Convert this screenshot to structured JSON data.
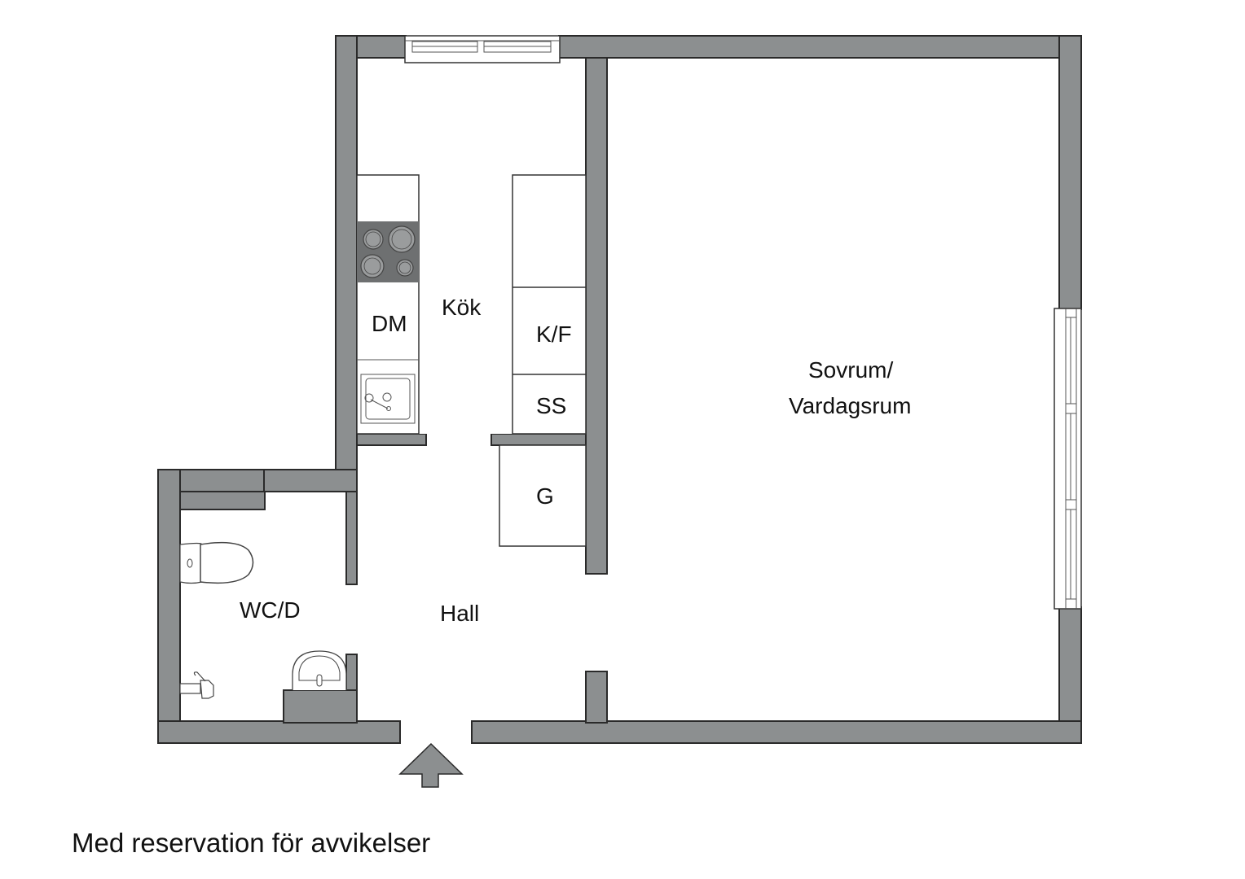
{
  "floorplan": {
    "rooms": [
      {
        "id": "kok",
        "label": "Kök"
      },
      {
        "id": "sovrum",
        "label_line1": "Sovrum/",
        "label_line2": "Vardagsrum"
      },
      {
        "id": "wc",
        "label": "WC/D"
      },
      {
        "id": "hall",
        "label": "Hall"
      }
    ],
    "appliances": [
      {
        "id": "dm",
        "label": "DM"
      },
      {
        "id": "kf",
        "label": "K/F"
      },
      {
        "id": "ss",
        "label": "SS"
      },
      {
        "id": "g",
        "label": "G"
      }
    ],
    "colors": {
      "wall": "#8c8f90",
      "wall_outline": "#2a2a2a",
      "background": "#ffffff",
      "stove": "#6e7071"
    },
    "entrance_arrow": "up-arrow"
  },
  "disclaimer": "Med reservation för avvikelser"
}
